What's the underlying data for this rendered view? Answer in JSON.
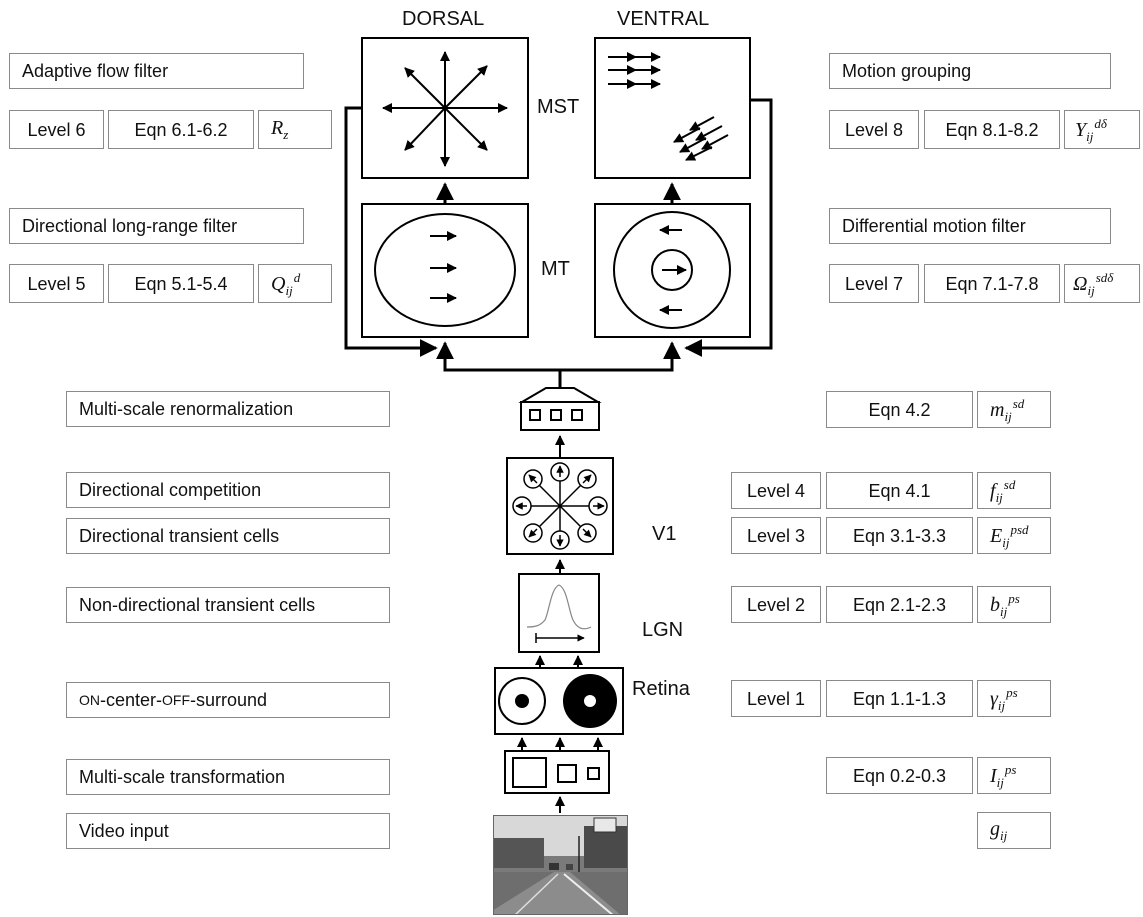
{
  "headers": {
    "dorsal": "DORSAL",
    "ventral": "VENTRAL"
  },
  "stages": {
    "mst": "MST",
    "mt": "MT",
    "v1": "V1",
    "lgn": "LGN",
    "retina": "Retina"
  },
  "left_boxes": {
    "adaptive_flow": "Adaptive flow filter",
    "level6": {
      "level": "Level 6",
      "eqn": "Eqn 6.1-6.2",
      "symbol": "R",
      "sub": "z",
      "sup": ""
    },
    "directional_long_range": "Directional long-range filter",
    "level5": {
      "level": "Level 5",
      "eqn": "Eqn 5.1-5.4",
      "symbol": "Q",
      "sub": "ij",
      "sup": "d"
    },
    "multiscale_renorm": "Multi-scale renormalization",
    "directional_competition": "Directional competition",
    "directional_transient": "Directional transient cells",
    "nondirectional_transient": "Non-directional transient cells",
    "on_center": {
      "on": "ON",
      "center": "-center-",
      "off": "OFF",
      "surround": "-surround"
    },
    "multiscale_transform": "Multi-scale transformation",
    "video_input": "Video input"
  },
  "right_boxes": {
    "motion_grouping": "Motion grouping",
    "level8": {
      "level": "Level 8",
      "eqn": "Eqn 8.1-8.2",
      "symbol": "Υ",
      "sub": "ij",
      "sup": "dδ"
    },
    "differential_motion": "Differential motion filter",
    "level7": {
      "level": "Level 7",
      "eqn": "Eqn 7.1-7.8",
      "symbol": "Ω",
      "sub": "ij",
      "sup": "sdδ"
    },
    "eqn42": {
      "eqn": "Eqn 4.2",
      "symbol": "m",
      "sub": "ij",
      "sup": "sd"
    },
    "level4": {
      "level": "Level 4",
      "eqn": "Eqn 4.1",
      "symbol": "f",
      "sub": "ij",
      "sup": "sd"
    },
    "level3": {
      "level": "Level 3",
      "eqn": "Eqn 3.1-3.3",
      "symbol": "E",
      "sub": "ij",
      "sup": "psd"
    },
    "level2": {
      "level": "Level 2",
      "eqn": "Eqn 2.1-2.3",
      "symbol": "b",
      "sub": "ij",
      "sup": "ps"
    },
    "level1": {
      "level": "Level 1",
      "eqn": "Eqn 1.1-1.3",
      "symbol": "γ",
      "sub": "ij",
      "sup": "ps"
    },
    "eqn02": {
      "eqn": "Eqn 0.2-0.3",
      "symbol": "I",
      "sub": "ij",
      "sup": "ps"
    },
    "g": {
      "symbol": "g",
      "sub": "ij",
      "sup": ""
    }
  },
  "colors": {
    "line": "#000000",
    "box_border": "#8a8a8a"
  }
}
